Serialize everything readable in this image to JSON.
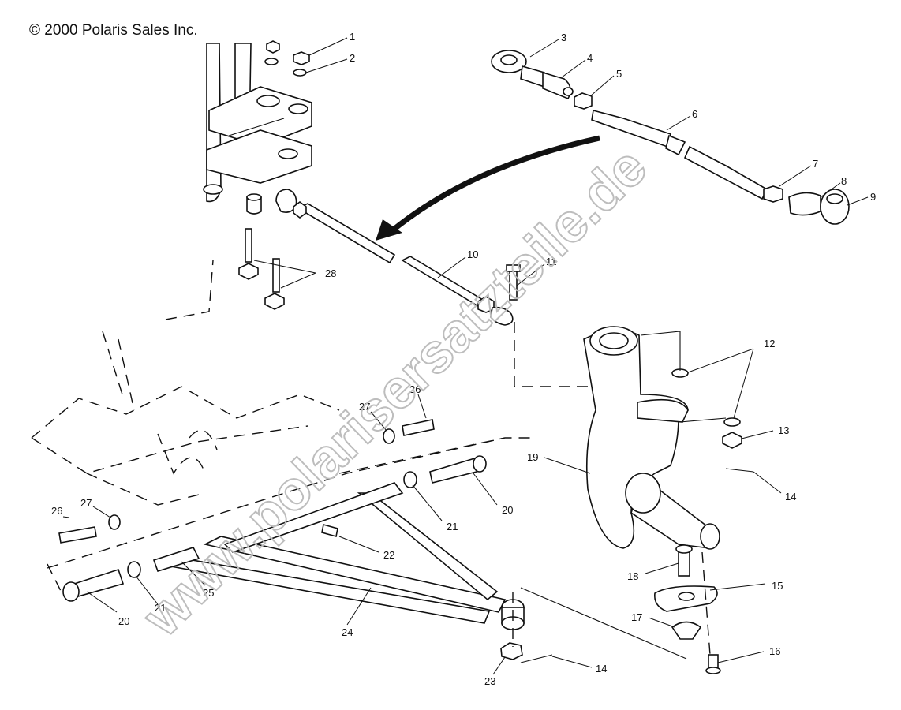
{
  "copyright": "© 2000 Polaris Sales Inc.",
  "watermark": "www.polarisersatzteile.de",
  "callouts": [
    {
      "id": "c1",
      "label": "1"
    },
    {
      "id": "c2",
      "label": "2"
    },
    {
      "id": "c3",
      "label": "3"
    },
    {
      "id": "c4",
      "label": "4"
    },
    {
      "id": "c5",
      "label": "5"
    },
    {
      "id": "c6",
      "label": "6"
    },
    {
      "id": "c7",
      "label": "7"
    },
    {
      "id": "c8",
      "label": "8"
    },
    {
      "id": "c9",
      "label": "9"
    },
    {
      "id": "c10",
      "label": "10"
    },
    {
      "id": "c11",
      "label": "11"
    },
    {
      "id": "c12",
      "label": "12"
    },
    {
      "id": "c13",
      "label": "13"
    },
    {
      "id": "c14a",
      "label": "14"
    },
    {
      "id": "c14b",
      "label": "14"
    },
    {
      "id": "c15",
      "label": "15"
    },
    {
      "id": "c16",
      "label": "16"
    },
    {
      "id": "c17",
      "label": "17"
    },
    {
      "id": "c18",
      "label": "18"
    },
    {
      "id": "c19",
      "label": "19"
    },
    {
      "id": "c20a",
      "label": "20"
    },
    {
      "id": "c20b",
      "label": "20"
    },
    {
      "id": "c21a",
      "label": "21"
    },
    {
      "id": "c21b",
      "label": "21"
    },
    {
      "id": "c22",
      "label": "22"
    },
    {
      "id": "c23",
      "label": "23"
    },
    {
      "id": "c24",
      "label": "24"
    },
    {
      "id": "c25",
      "label": "25"
    },
    {
      "id": "c26a",
      "label": "26"
    },
    {
      "id": "c26b",
      "label": "26"
    },
    {
      "id": "c27a",
      "label": "27"
    },
    {
      "id": "c27b",
      "label": "27"
    },
    {
      "id": "c28",
      "label": "28"
    }
  ]
}
